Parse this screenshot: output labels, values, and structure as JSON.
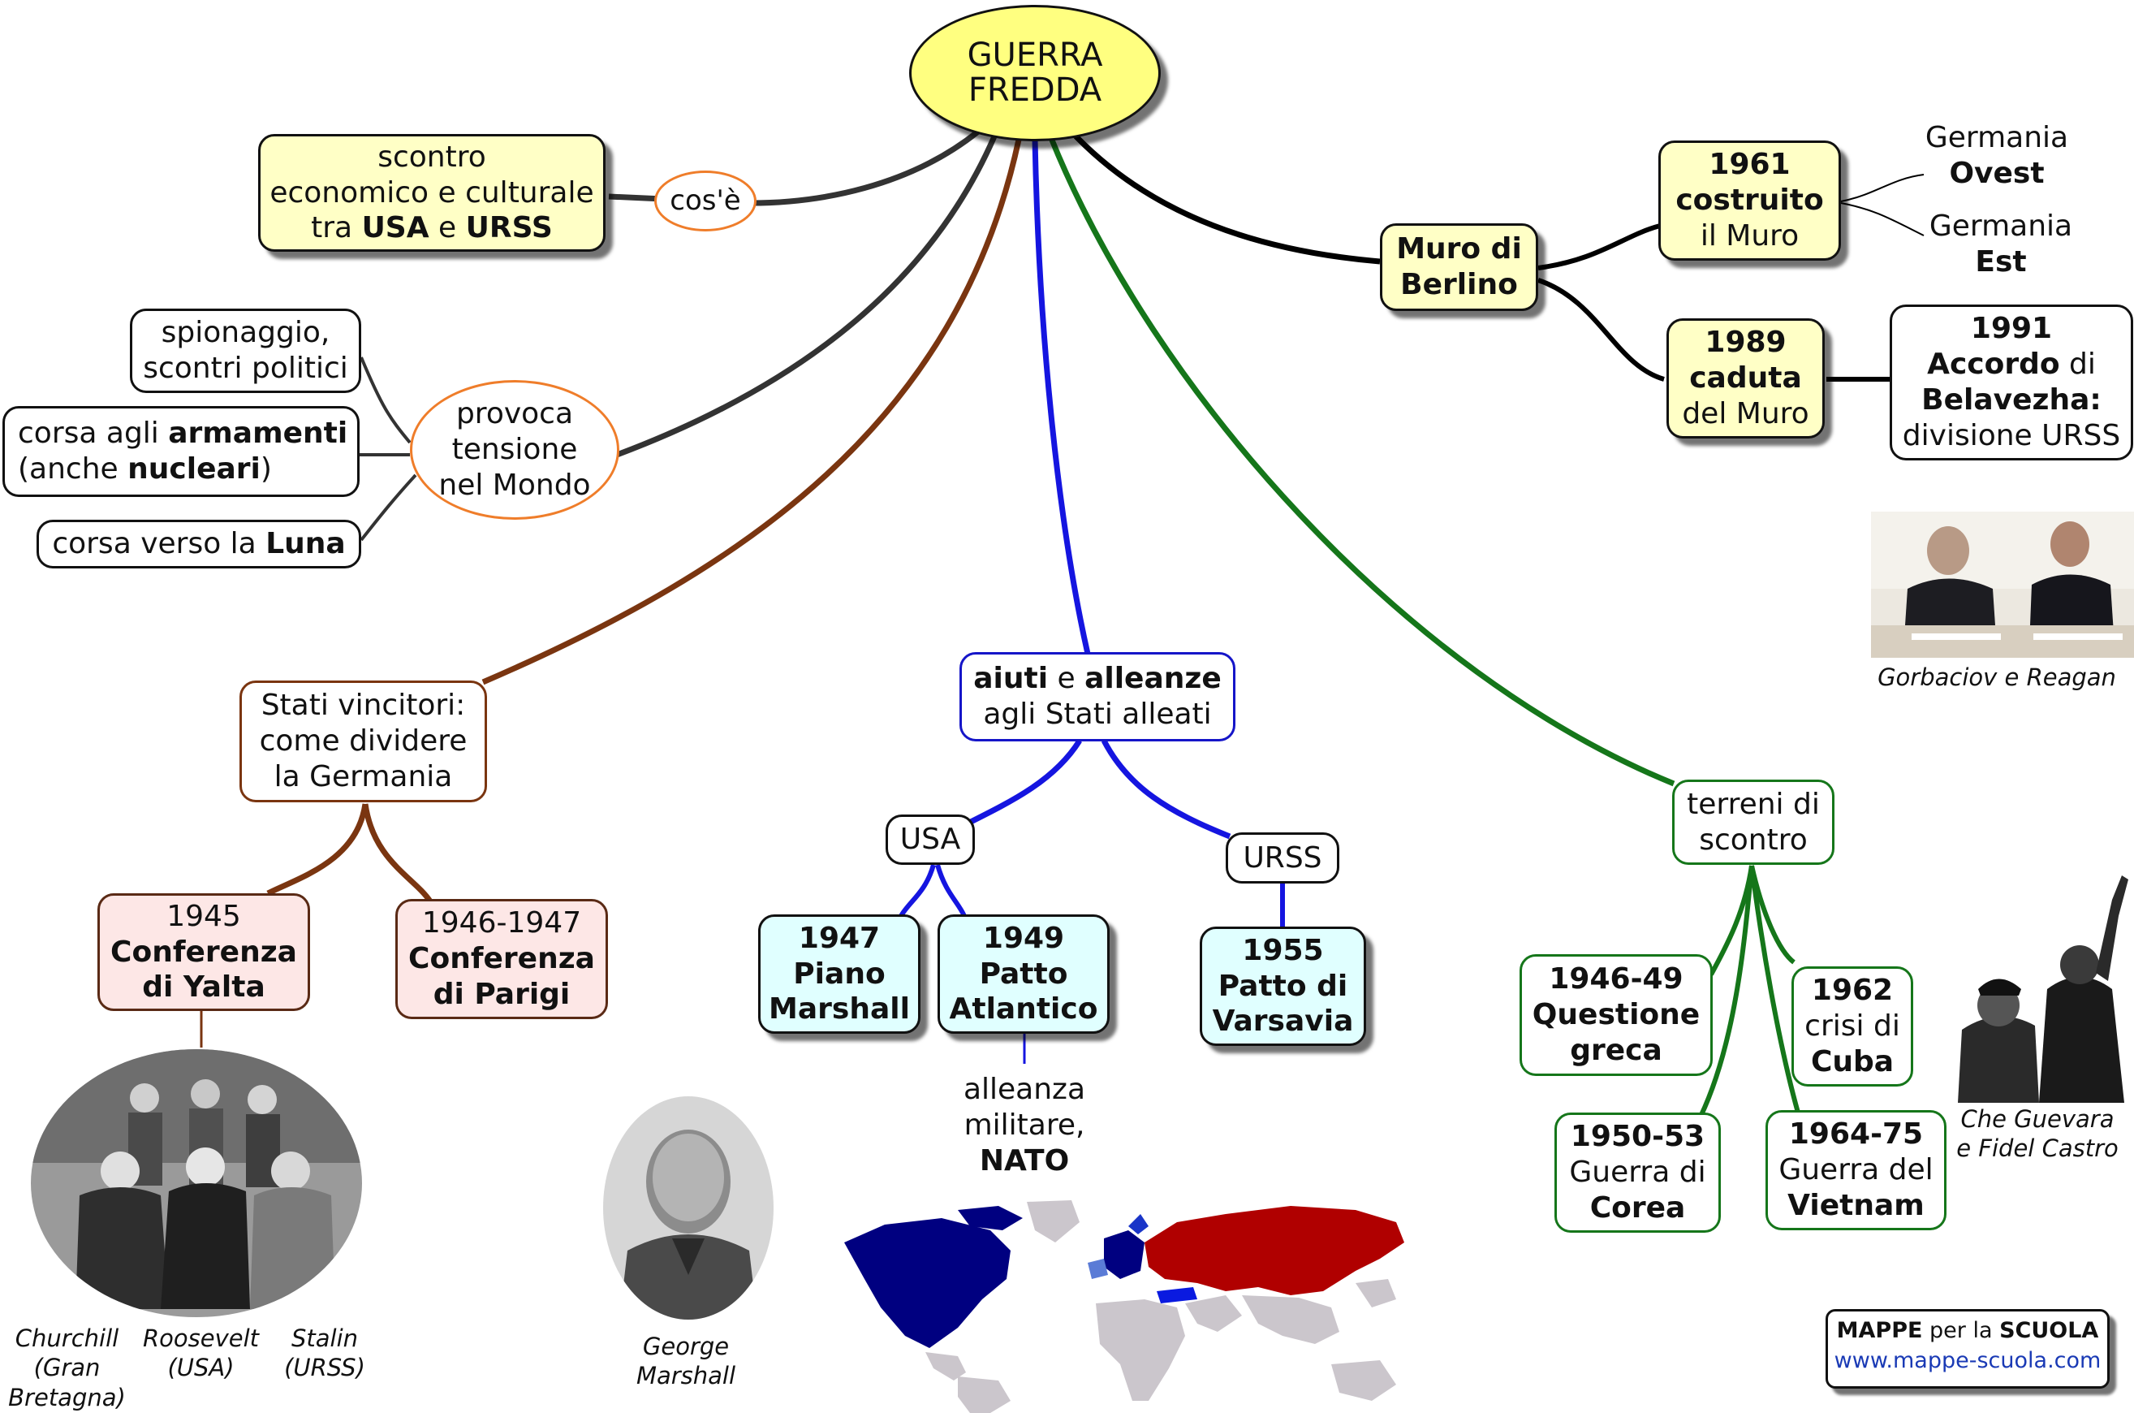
{
  "title": {
    "line1": "GUERRA",
    "line2": "FREDDA"
  },
  "cose": {
    "label": "cos'è",
    "text": [
      {
        "text": "scontro",
        "bold": false
      },
      {
        "text": "economico e culturale",
        "bold": false
      },
      {
        "text": "tra **USA** e **URSS**",
        "bold": false
      }
    ]
  },
  "tensione": {
    "label": [
      "provoca",
      "tensione",
      "nel Mondo"
    ],
    "items": [
      [
        "spionaggio,",
        "scontri politici"
      ],
      [
        "corsa agli **armamenti**",
        "(anche **nucleari**)"
      ],
      [
        "corsa verso la **Luna**"
      ]
    ]
  },
  "muro": {
    "label": [
      "**Muro di**",
      "**Berlino**"
    ],
    "costruito": [
      "**1961**",
      "**costruito**",
      "il Muro"
    ],
    "germanie": [
      [
        "Germania",
        "**Ovest**"
      ],
      [
        "Germania",
        "**Est**"
      ]
    ],
    "caduta": [
      "**1989**",
      "**caduta**",
      "del Muro"
    ],
    "accordo": [
      "**1991**",
      "**Accordo** di",
      "**Belavezha:**",
      "divisione URSS"
    ],
    "photo_caption": "Gorbaciov e Reagan"
  },
  "germania": {
    "label": [
      "Stati vincitori:",
      "come dividere",
      "la Germania"
    ],
    "yalta": [
      "1945",
      "**Conferenza**",
      "**di Yalta**"
    ],
    "parigi": [
      "1946-1947",
      "**Conferenza**",
      "**di Parigi**"
    ],
    "captions": [
      [
        "Churchill",
        "(Gran",
        "Bretagna)"
      ],
      [
        "Roosevelt",
        "(USA)"
      ],
      [
        "Stalin",
        "(URSS)"
      ]
    ]
  },
  "aiuti": {
    "label": [
      "**aiuti** e **alleanze**",
      "agli Stati alleati"
    ],
    "usa": "USA",
    "urss": "URSS",
    "marshall": [
      "**1947**",
      "**Piano**",
      "**Marshall**"
    ],
    "atlantico": [
      "**1949**",
      "**Patto**",
      "**Atlantico**"
    ],
    "varsavia": [
      "**1955**",
      "**Patto di**",
      "**Varsavia**"
    ],
    "nato": [
      "alleanza",
      "militare,",
      "**NATO**"
    ],
    "marshall_caption": [
      "George",
      "Marshall"
    ]
  },
  "scontro": {
    "label": [
      "terreni di",
      "scontro"
    ],
    "greca": [
      "**1946-49**",
      "**Questione**",
      "**greca**"
    ],
    "cuba": [
      "**1962**",
      "crisi di",
      "**Cuba**"
    ],
    "corea": [
      "**1950-53**",
      "Guerra di",
      "**Corea**"
    ],
    "vietnam": [
      "**1964-75**",
      "Guerra del",
      "**Vietnam**"
    ],
    "photo_caption": [
      "Che Guevara",
      "e Fidel Castro"
    ]
  },
  "brand": {
    "line1_a": "MAPPE",
    "line1_b": " per la ",
    "line1_c": "SCUOLA",
    "url": "www.mappe-scuola.com"
  },
  "colors": {
    "brown": "#7a3510",
    "blue": "#1515e0",
    "green": "#15761a",
    "dark": "#333333",
    "black": "#000000",
    "center_fill": "#ffff80",
    "yellow_box": "#ffffc6",
    "pink_box": "#fde7e6",
    "cyan_box": "#e0ffff"
  }
}
